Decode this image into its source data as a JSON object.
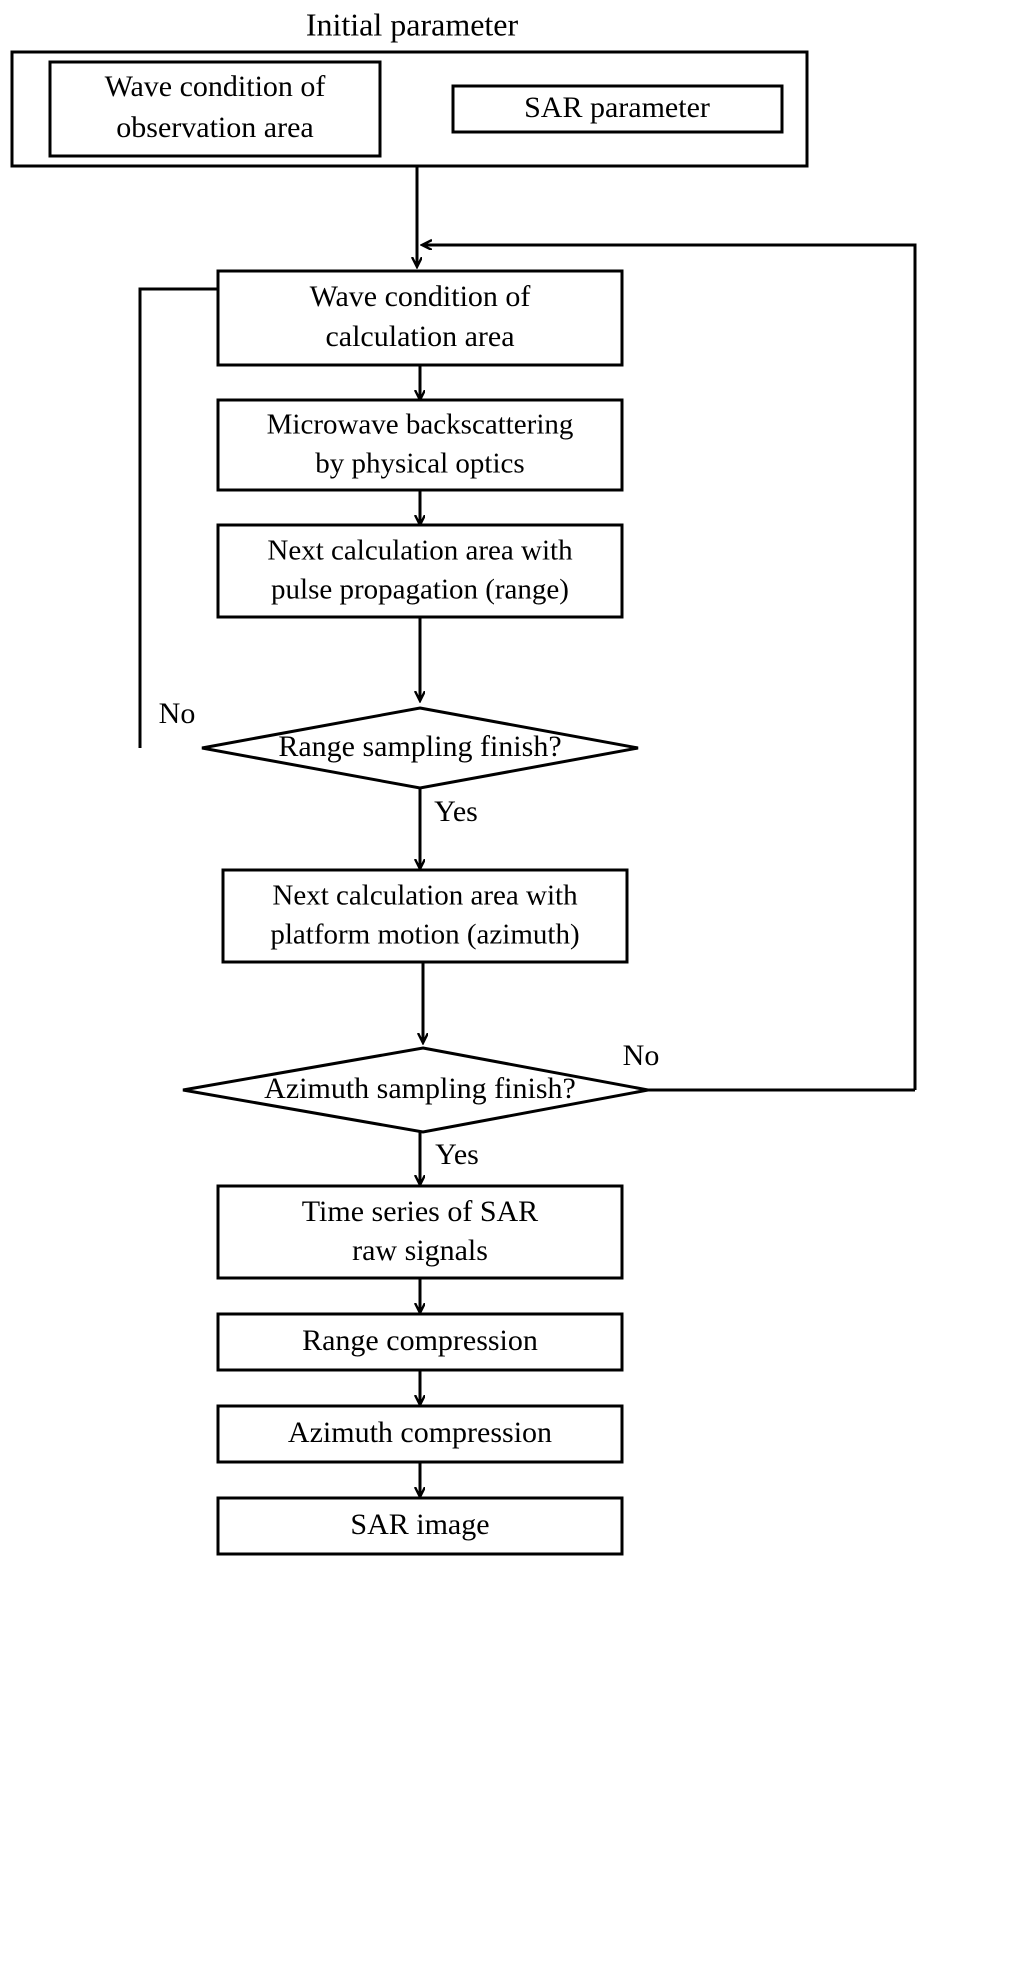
{
  "diagram": {
    "title": "Initial parameter",
    "type": "flowchart",
    "background_color": "#ffffff",
    "line_color": "#000000",
    "text_color": "#000000"
  },
  "initial_group": {
    "label": "Initial parameter",
    "boxes": [
      {
        "id": "wave-condition-observation",
        "label": "Wave condition of\nobservation area",
        "line1": "Wave condition of",
        "line2": "observation area"
      },
      {
        "id": "sar-parameter",
        "label": "SAR parameter",
        "line1": "SAR parameter",
        "line2": ""
      }
    ]
  },
  "process_nodes": [
    {
      "id": "wave-condition-calculation",
      "shape": "process",
      "line1": "Wave condition of",
      "line2": "calculation area"
    },
    {
      "id": "microwave-backscattering",
      "shape": "process",
      "line1": "Microwave backscattering",
      "line2": "by physical optics"
    },
    {
      "id": "next-calc-area-range",
      "shape": "process",
      "line1": "Next calculation area with",
      "line2": "pulse propagation (range)"
    },
    {
      "id": "range-sampling-finish",
      "shape": "decision",
      "line1": "Range sampling finish?",
      "line2": ""
    },
    {
      "id": "next-calc-area-azimuth",
      "shape": "process",
      "line1": "Next calculation area with",
      "line2": "platform motion (azimuth)"
    },
    {
      "id": "azimuth-sampling-finish",
      "shape": "decision",
      "line1": "Azimuth sampling finish?",
      "line2": ""
    },
    {
      "id": "time-series-sar-raw-signals",
      "shape": "process",
      "line1": "Time series of SAR",
      "line2": "raw signals"
    },
    {
      "id": "range-compression",
      "shape": "process",
      "line1": "Range compression",
      "line2": ""
    },
    {
      "id": "azimuth-compression",
      "shape": "process",
      "line1": "Azimuth compression",
      "line2": ""
    },
    {
      "id": "sar-image",
      "shape": "process",
      "line1": "SAR image",
      "line2": ""
    }
  ],
  "edge_labels": {
    "range_no": "No",
    "range_yes": "Yes",
    "azimuth_no": "No",
    "azimuth_yes": "Yes"
  }
}
